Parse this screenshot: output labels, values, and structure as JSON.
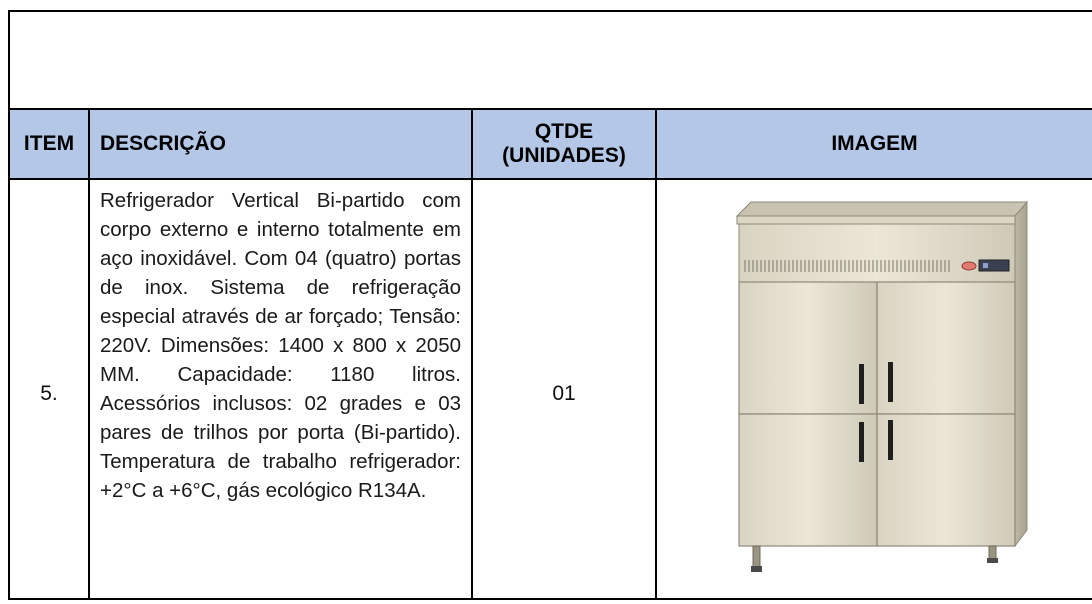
{
  "table": {
    "headers": {
      "item": "ITEM",
      "descricao": "DESCRIÇÃO",
      "qtde_line1": "QTDE",
      "qtde_line2": "(UNIDADES)",
      "imagem": "IMAGEM"
    },
    "header_bg": "#b4c7e7",
    "rows": [
      {
        "item": "5.",
        "descricao": "Refrigerador Vertical Bi-partido com corpo externo e interno totalmente em aço inoxidável. Com 04 (quatro) portas de inox. Sistema de refrigeração especial através de ar forçado; Tensão: 220V. Dimensões: 1400 x 800 x 2050 MM. Capacidade: 1180 litros. Acessórios inclusos: 02 grades e 03 pares de trilhos por porta (Bi-partido). Temperatura de trabalho refrigerador: +2°C a +6°C, gás ecológico R134A.",
        "qtde": "01",
        "image": "four-door-stainless-refrigerator"
      }
    ]
  }
}
